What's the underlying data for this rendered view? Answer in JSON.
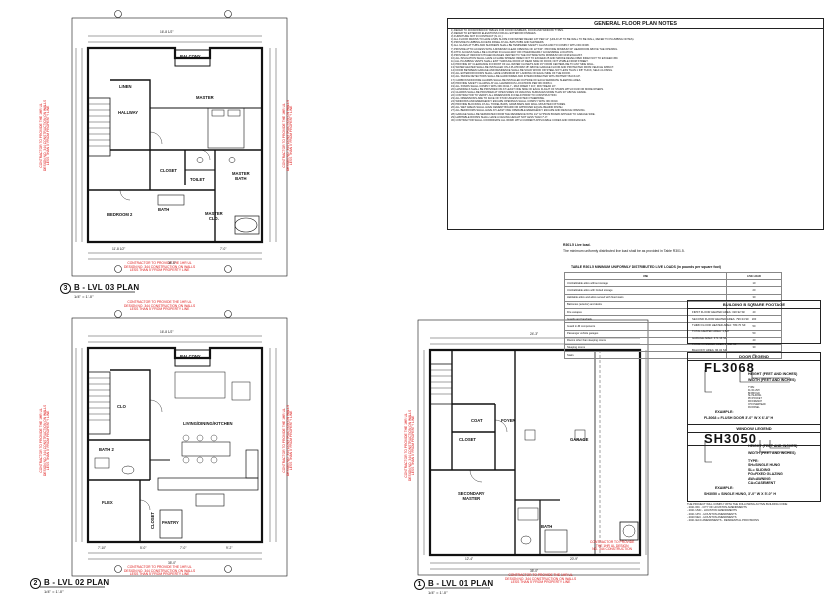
{
  "plans": {
    "lvl03": {
      "number": "3",
      "title": "B - LVL 03 PLAN",
      "scale": "1/4\" = 1'-0\""
    },
    "lvl02": {
      "number": "2",
      "title": "B - LVL 02 PLAN",
      "scale": "1/4\" = 1'-0\""
    },
    "lvl01": {
      "number": "1",
      "title": "B - LVL 01 PLAN",
      "scale": "1/4\" = 1'-0\""
    }
  },
  "rooms": {
    "balcony3": "BALCONY",
    "master": "MASTER",
    "linen": "LINEN",
    "hallway": "HALLWAY",
    "closet3": "CLOSET",
    "toilet": "TOILET",
    "master_bath": "MASTER\nBATH",
    "bath3": "BATH",
    "bedroom2": "BEDROOM 2",
    "master_clo": "MASTER\nCLO.",
    "balcony2": "BALCONY",
    "living": "LIVING/DINING/KITCHEN",
    "clo": "CLO",
    "bath2": "BATH 2",
    "flex": "FLEX",
    "closet2": "CLOSET",
    "pantry": "PANTRY",
    "coat": "COAT",
    "foyer": "FOYER",
    "closet1": "CLOSET",
    "garage": "GARAGE",
    "secondary_master": "SECONDARY\nMASTER",
    "bath1": "BATH"
  },
  "red_note": "CONTRACTOR TO PROVIDE THE 1HR UL\nDESIGN NO. 344 CONSTRUCTION ON WALLS\nLESS THAN 5' FROM PROPERTY LINE",
  "red_note_short": "CONTRACTOR TO PROVIDE\nTHE 1HR UL DESIGN\nNO. 344 CONSTRUCTION",
  "dims": {
    "top3": "16'-8 1/2\"",
    "bot3a": "11'-8 1/2\"",
    "bot3b": "7'-0\"",
    "overall3": "35'-0\"",
    "top2": "16'-8 1/2\"",
    "bot2a": "7'-10\"",
    "bot2b": "5'-0\"",
    "bot2c": "7'-0\"",
    "bot2d": "9'-2\"",
    "overall2": "35'-0\"",
    "top1": "24'-3\"",
    "bot1a": "12'-4\"",
    "bot1b": "20'-9\"",
    "overall1": "35'-0\""
  },
  "general_notes": {
    "title": "GENERAL FLOOR PLAN NOTES",
    "lines": [
      "1) REFER TO DOOR/WINDOW TABLES FOR DOOR NUMBERS, DOOR AND WINDOW TYPES.",
      "2) REFER TO EXTERIOR ELEVATIONS FOR ALL EXTERIOR FINISHES.",
      "3) FURNITURE NOT IN CONTRACT (N.I.C.)",
      "4) ALL FLOOR DRAINS TO HAVE A MIN SLOPE FOR WATER RELIEF 1/8\" PER 12\" (HOLD UP TO BE WALL TO BE WALL, REFER TO PLUMBING NOTES).",
      "5) PROVIDE PLUMBING ACCESS PANEL AT ALL BATHTUBS AND SHOWERS.",
      "6) ALL GLASS AT TUBS AND SHOWERS SHALL BE TEMPERED SAFETY GLASS AND TO COMPLY WITH IRC R308.",
      "7) PROVIDE ATTIC ACCESS WITH A MINIMUM CLEAR OPENING OF 22\"X30\". PROVIDE MINIMUM 30\" HEADROOM ABOVE THE OPENING.",
      "8) ATTIC ACCESS SHALL BE LOCATED IN A HALLWAY OR OTHER READILY ACCESSIBLE LOCATION.",
      "9) PROVIDE AT INDOOR KITCHEN RANGES VENTED TO THE OUTSIDE WITH MINIMUM 100 CFM EXHAUST.",
      "10) ALL INSULATION SHALL HAVE A FLAME SPREAD INDEX NOT TO EXCEED 25 AND SMOKE DEVELOPED INDEX NOT TO EXCEED 450.",
      "11) ALL PLUMBING VENTS SHALL EXIT THROUGH ROOF AT REAR SIDE OF ROOF, NOT VISIBLE FROM STREET.",
      "12) PROVIDE 30\" CLEARANCE IN FRONT OF ALL WATER CLOSETS AND 15\" FROM CENTERLINE TO ANY SIDE WALL.",
      "13) WATER HEATER SHALL BE INSTALLED ON A PLATFORM 18\" ABOVE GARAGE FLOOR AND PROTECTED FROM VEHICLE IMPACT.",
      "14) DOOR BETWEEN GARAGE AND RESIDENCE SHALL BE SOLID WOOD OR STEEL NOT LESS THAN 1 3/8\" THICK, SELF-CLOSING.",
      "15) ALL EXTERIOR DOORS SHALL HAVE A MINIMUM 36\" LANDING ON EACH SIDE OF THE DOOR.",
      "16) ALL SMOKE DETECTORS SHALL BE HARD WIRED AND INTERCONNECTED WITH BATTERY BACK-UP.",
      "17) CARBON MONOXIDE ALARMS SHALL BE INSTALLED OUTSIDE OF EACH SEPARATE SLEEPING AREA.",
      "18) PROVIDE SAFETY GLAZING AT ALL HAZARDOUS LOCATIONS PER IRC R308.4.",
      "19) ALL STAIRS SHALL COMPLY WITH IRC R311.7 - MAX RISER 7 3/4\", MIN TREAD 10\".",
      "20) HANDRAILS SHALL BE PROVIDED ON AT LEAST ONE SIDE OF EACH FLIGHT OF STAIRS WITH FOUR OR MORE RISERS.",
      "21) GUARDS SHALL BE PROVIDED AT OPEN SIDES OF WALKING SURFACES MORE THAN 30\" ABOVE GRADE.",
      "22) CONTRACTOR TO VERIFY ALL DIMENSIONS IN FIELD PRIOR TO CONSTRUCTION.",
      "23) ALL DIMENSIONS ARE TO FACE OF STUD UNLESS NOTED OTHERWISE.",
      "24) WINDOWS AND EMERGENCY ESCAPE OPENINGS SHALL COMPLY WITH IRC R310.",
      "25) PROVIDE BLOCKING AT ALL TOWEL BARS, GRAB BARS AND WALL MOUNTED FIXTURES.",
      "26) ALL WET AREAS SHALL HAVE CEMENT BOARD OR APPROVED EQUAL BEHIND FINISH.",
      "27) ALL BEDROOMS SHALL HAVE AT LEAST ONE OPERABLE EMERGENCY ESCAPE AND RESCUE OPENING.",
      "28) GARAGE SHALL BE SEPARATED FROM THE RESIDENCE WITH 1/2\" GYPSUM BOARD APPLIED TO GARAGE SIDE.",
      "29) HABITABLE ROOMS SHALL HAVE A CEILING HEIGHT NOT LESS THAN 7'-0\".",
      "30) CONTRACTOR SHALL COORDINATE ALL WORK WITH CURRENT APPLICABLE CODES AND ORDINANCES."
    ]
  },
  "r3011": {
    "line1": "R301.5 Live load.",
    "line2": "The minimum uniformly distributed live load shall be as provided in Table R301.5."
  },
  "live_load_table": {
    "title": "TABLE R301.5 MINIMUM UNIFORMLY DISTRIBUTED LIVE LOADS (in pounds per square foot)",
    "headers": [
      "USE",
      "LIVE LOAD"
    ],
    "rows": [
      [
        "Uninhabitable attics without storage",
        "10"
      ],
      [
        "Uninhabitable attics with limited storage",
        "20"
      ],
      [
        "Habitable attics and attics served with fixed stairs",
        "30"
      ],
      [
        "Balconies (exterior) and decks",
        "40"
      ],
      [
        "Fire escapes",
        "40"
      ],
      [
        "Guards and handrails",
        "200"
      ],
      [
        "Guard in-fill components",
        "50"
      ],
      [
        "Passenger vehicle garages",
        "50"
      ],
      [
        "Rooms other than sleeping rooms",
        "40"
      ],
      [
        "Sleeping rooms",
        "30"
      ],
      [
        "Stairs",
        "40"
      ]
    ]
  },
  "square_footage": {
    "title": "BUILDING  B SQUARE FOOTAGE",
    "lines": [
      "FIRST FLOOR HEATED AREA: 320.92 SF",
      "SECOND FLOOR HEATED AREA: 796.34 SF",
      "THIRD FLOOR HEATED AREA: 780.70 SF",
      "TOTAL HEATED AREA: 1,897",
      "GARAGE AREA: 471.16 SF",
      "TOTAL COVERED AREA: 2,368 SF",
      "BALCONY AREA: 96.34 SF"
    ]
  },
  "door_legend": {
    "title": "DOOR LEGEND",
    "code": "FL3068",
    "height_label": "HEIGHT (FEET AND INCHES)",
    "width_label": "WIDTH (FEET AND INCHES)",
    "types": [
      "TYPE:",
      "FL=FLUSH",
      "BI=BIFOLD",
      "SL=SLIDING",
      "PK=POCKET",
      "FR=FRENCH",
      "OH=OVERHEAD",
      "PA=PANEL"
    ],
    "example_label": "EXAMPLE:",
    "example": "FL3068 = FLUSH DOOR 3'-0\" W X 6'-8\" H"
  },
  "window_legend": {
    "title": "WINDOW LEGEND",
    "code": "SH3050",
    "height_label": "HEIGHT (FEET AND INCHES)",
    "width_label": "WIDTH (FEET AND INCHES)",
    "types": [
      "TYPE:",
      "SH=SINGLE HUNG",
      "SL= SLIDING",
      "FG=FIXED GLAZING",
      "AW=AWNING",
      "CA=CASEMENT"
    ],
    "example_label": "EXAMPLE:",
    "example": "SH3050 = SINGLE HUNG, 3'-0\" W X 5'-0\" H"
  },
  "compliance": {
    "lines": [
      "THE PROJECT WILL COMPLY WITH THE FOLLOWING ACTIVE BUILDING CODE:",
      "- 2021 IRC - CITY OF HOUSTON AMENDMENTS",
      "- 2021 UMC - HOUSTON AMENDMENTS",
      "- 2021 UPC - HOUSTON AMENDMENTS",
      "- 2020 NEC - HOUSTON AMENDMENTS",
      "- 2021 IECC AMENDMENTS - RESIDENTIAL PROVISIONS"
    ]
  }
}
